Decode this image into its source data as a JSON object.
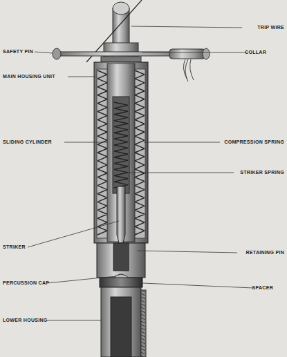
{
  "diagram": {
    "labels": [
      "TRIP WIRE",
      "SAFETY PIN",
      "COLLAR",
      "MAIN HOUSING UNIT",
      "SLIDING CYLINDER",
      "COMPRESSION SPRING",
      "STRIKER SPRING",
      "STRIKER",
      "RETAINING PIN",
      "PERCUSSION CAP",
      "SPACER",
      "LOWER HOUSING"
    ]
  }
}
